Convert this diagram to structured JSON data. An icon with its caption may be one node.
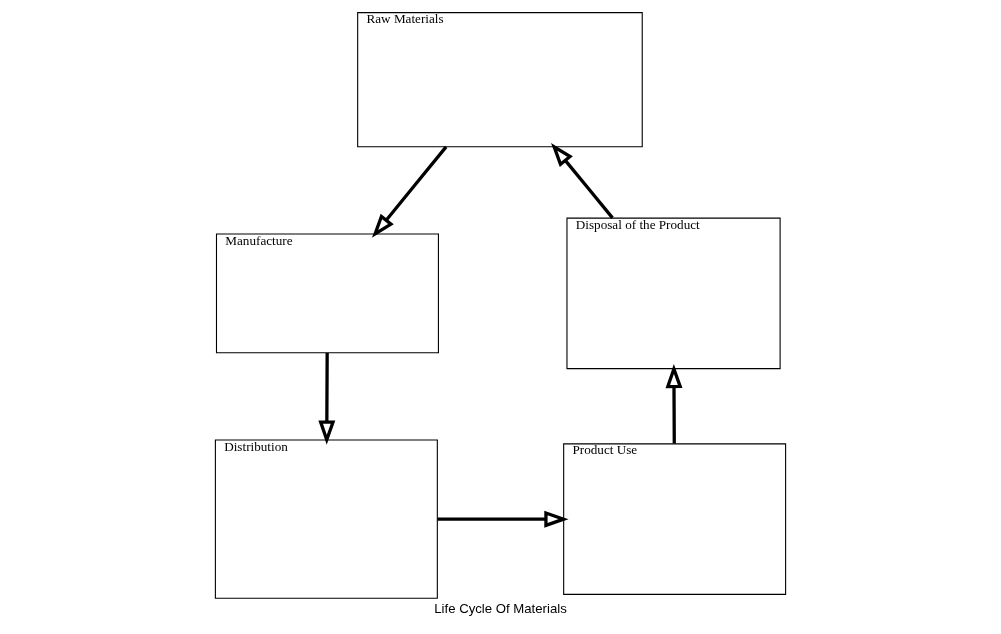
{
  "diagram": {
    "title": "Life Cycle Of Materials",
    "nodes": [
      {
        "text": [
          "Raw Materials"
        ]
      },
      {
        "text": [
          "Manufacture"
        ]
      },
      {
        "text": [
          "Distribution"
        ]
      },
      {
        "text": [
          "Product Use"
        ]
      },
      {
        "text": [
          "Disposal of the Product"
        ]
      }
    ],
    "edges": [
      {
        "from": 4,
        "to": 0,
        "arrow": "to"
      },
      {
        "from": 0,
        "to": 1,
        "arrow": "to"
      },
      {
        "from": 1,
        "to": 2,
        "arrow": "to"
      },
      {
        "from": 2,
        "to": 3,
        "arrow": "to"
      },
      {
        "from": 3,
        "to": 4,
        "arrow": "to"
      }
    ]
  }
}
